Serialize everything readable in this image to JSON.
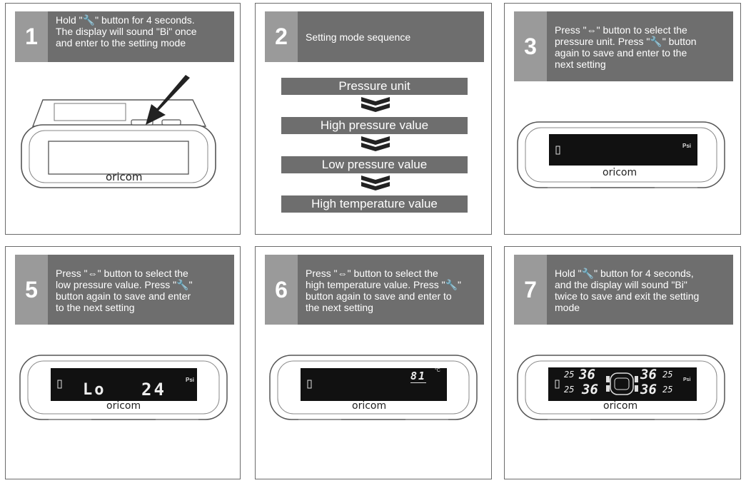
{
  "panels": [
    {
      "number": "1",
      "text": "Hold \"🔧\" button for 4 seconds.\nThe display will sound \"Bi\" once\nand enter to the setting mode"
    },
    {
      "number": "2",
      "text": "Setting mode sequence"
    },
    {
      "number": "3",
      "text": "Press \"⇔\" button to select the\npressure unit. Press \"🔧\" button\nagain to save and enter to the\nnext setting"
    },
    {
      "number": "5",
      "text": "Press \"⇔\" button to select the\nlow pressure value. Press \"🔧\"\nbutton again to save and enter\nto the next setting"
    },
    {
      "number": "6",
      "text": "Press \"⇔\" button to select the\nhigh temperature value. Press \"🔧\"\nbutton again to save and enter to\nthe next setting"
    },
    {
      "number": "7",
      "text": "Hold \"🔧\" button for 4 seconds,\nand the display will sound \"Bi\"\ntwice to save and exit the setting\nmode"
    }
  ],
  "sequence": [
    "Pressure unit",
    "High pressure value",
    "Low pressure value",
    "High temperature value"
  ],
  "brand": "oricom",
  "displays": {
    "psi_label": "Psi",
    "low_pressure": {
      "mode": "Lo",
      "value": "24"
    },
    "high_temperature": {
      "value": "81",
      "unit": "°C"
    },
    "overview": {
      "temp_left_top": "25",
      "press_left_top": "36",
      "press_right_top": "36",
      "temp_right_top": "25",
      "temp_left_bottom": "25",
      "press_left_bottom": "36",
      "press_right_bottom": "36",
      "temp_right_bottom": "25"
    }
  },
  "colors": {
    "header_dark": "#6e6e6e",
    "header_number": "#9a9a9a",
    "screen": "#111111",
    "border": "#6b6b6b"
  }
}
